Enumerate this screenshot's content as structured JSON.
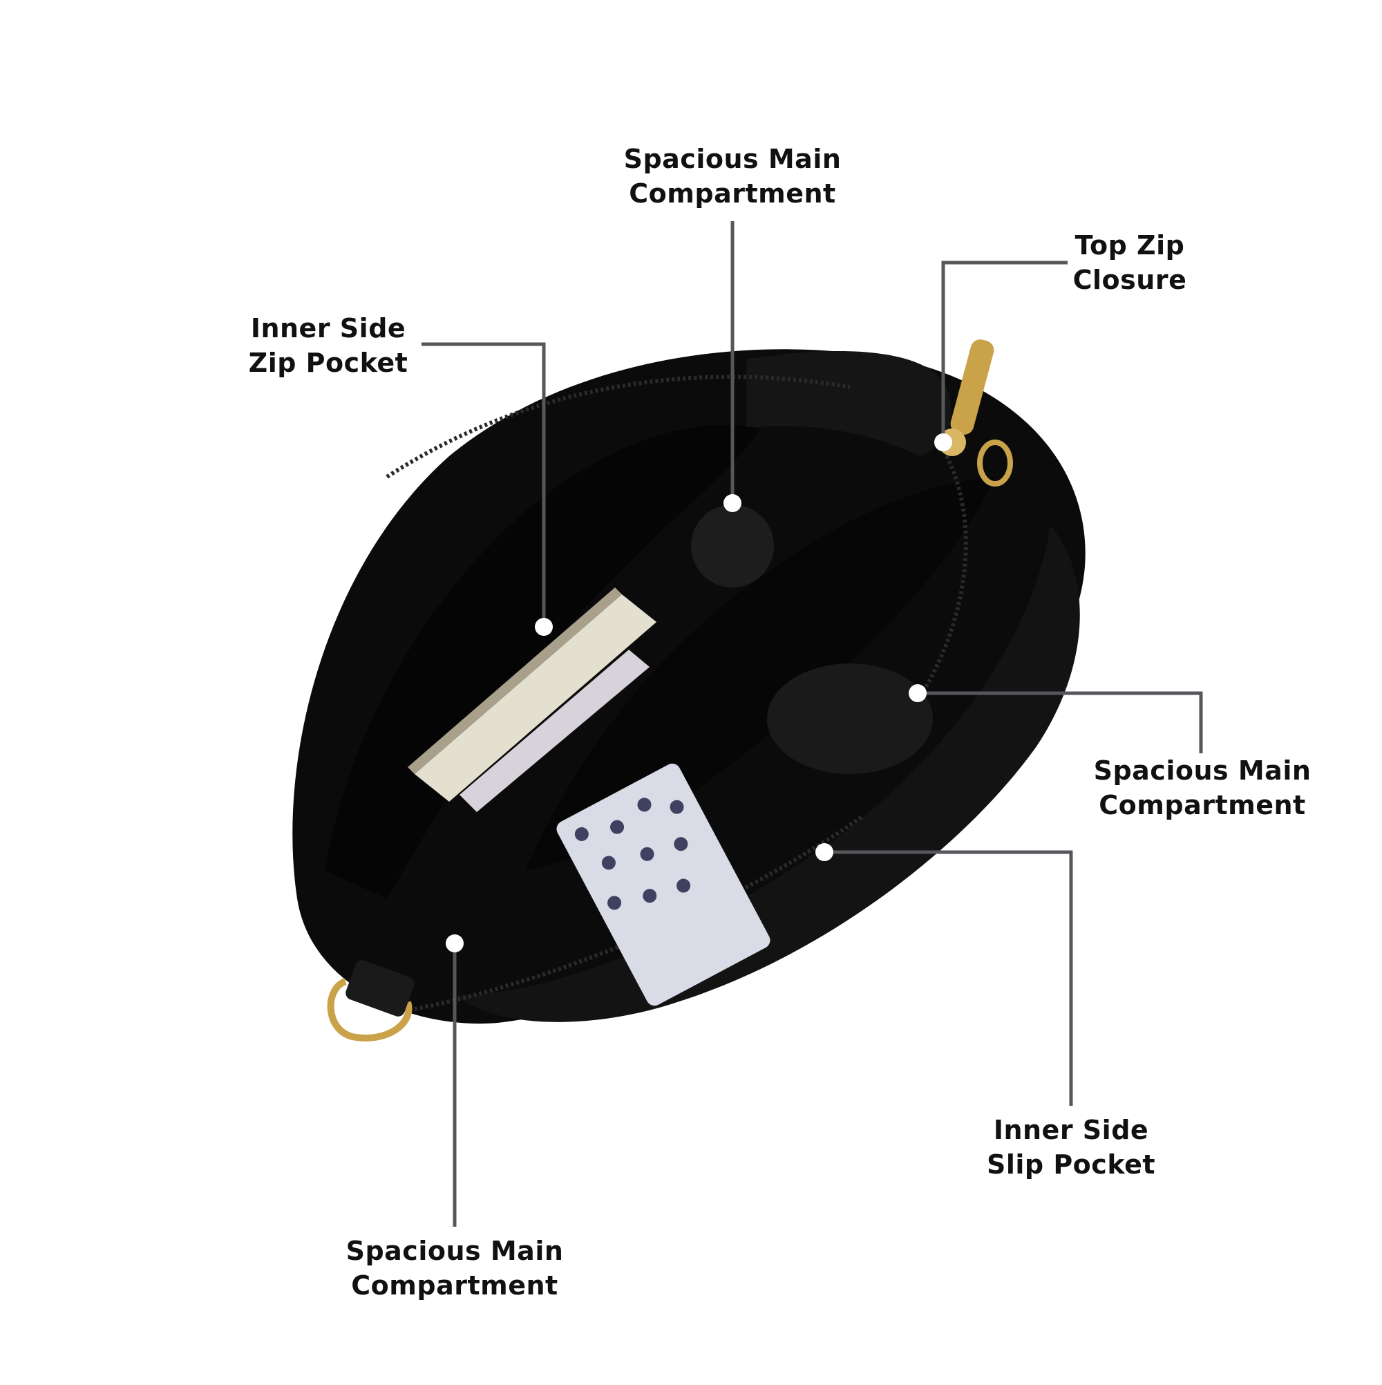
{
  "colors": {
    "background": "#ffffff",
    "bag": "#0b0b0b",
    "bag_highlight": "#2a2a2a",
    "hardware_gold": "#c9a24a",
    "leader_line": "#55575b",
    "dot": "#ffffff",
    "text": "#111111"
  },
  "callouts": [
    {
      "id": "top-center",
      "line1": "Spacious Main",
      "line2": "Compartment"
    },
    {
      "id": "top-zip",
      "line1": "Top Zip",
      "line2": "Closure"
    },
    {
      "id": "inner-zip",
      "line1": "Inner Side",
      "line2": "Zip Pocket"
    },
    {
      "id": "right-main",
      "line1": "Spacious Main",
      "line2": "Compartment"
    },
    {
      "id": "inner-slip",
      "line1": "Inner Side",
      "line2": "Slip Pocket"
    },
    {
      "id": "bottom-main",
      "line1": "Spacious Main",
      "line2": "Compartment"
    }
  ],
  "icons": {
    "bag": "handbag-open-top-view",
    "zipper_pull": "gold-zipper-pull",
    "d_ring": "gold-d-ring"
  }
}
